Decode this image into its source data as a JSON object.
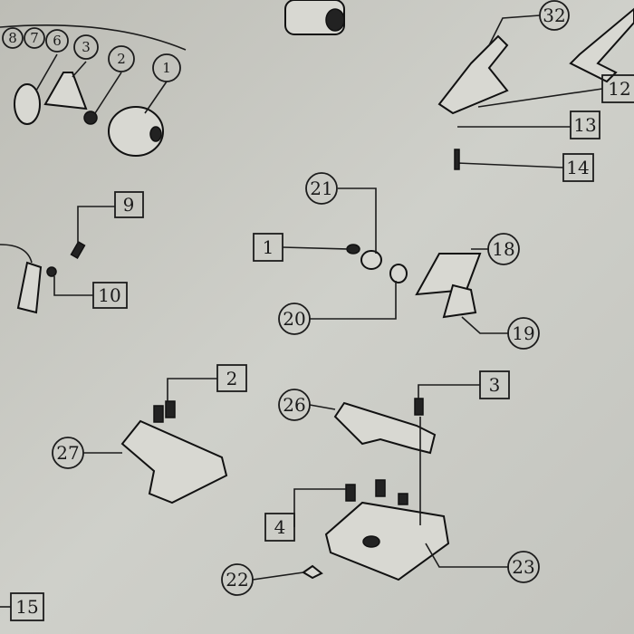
{
  "callouts": {
    "c32": "32",
    "c12": "12",
    "c13": "13",
    "c14": "14",
    "c21": "21",
    "c1": "1",
    "c18": "18",
    "c20": "20",
    "c19": "19",
    "c9": "9",
    "c10": "10",
    "c2": "2",
    "c3": "3",
    "c26": "26",
    "c27": "27",
    "c4": "4",
    "c23": "23",
    "c22": "22",
    "c15": "15",
    "tl1": "1",
    "tl2": "2",
    "tl3": "3",
    "tl6": "6",
    "tl7": "7",
    "tl8": "8"
  }
}
